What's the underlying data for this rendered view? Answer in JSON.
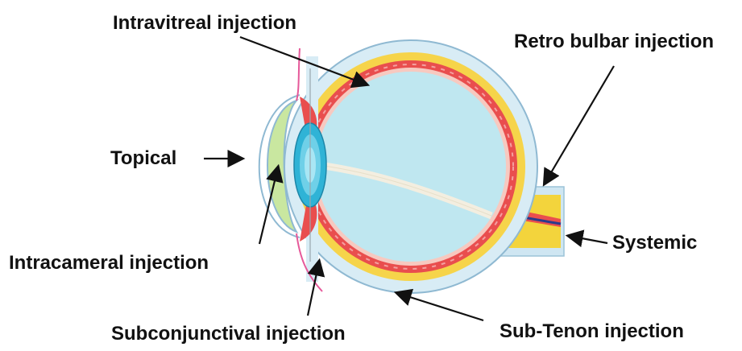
{
  "labels": {
    "intravitreal": "Intravitreal injection",
    "retrobulbar": "Retro bulbar injection",
    "topical": "Topical",
    "intracameral": "Intracameral injection",
    "systemic": "Systemic",
    "subconjunctival": "Subconjunctival injection",
    "subtenon": "Sub-Tenon injection"
  },
  "colors": {
    "sclera_outer": "#cfe6f2",
    "vitreous": "#bfe7f0",
    "retina_band": "#e94e4e",
    "choroid_band": "#f6d44a",
    "optic_nerve": "#f3d43c",
    "lens": "#2fb3d6",
    "cornea": "#c9e7a0",
    "conjunctiva": "#e6599a",
    "arrow": "#111111"
  },
  "icons": {
    "eye": "eye-cross-section-icon",
    "arrow": "arrow-icon"
  }
}
